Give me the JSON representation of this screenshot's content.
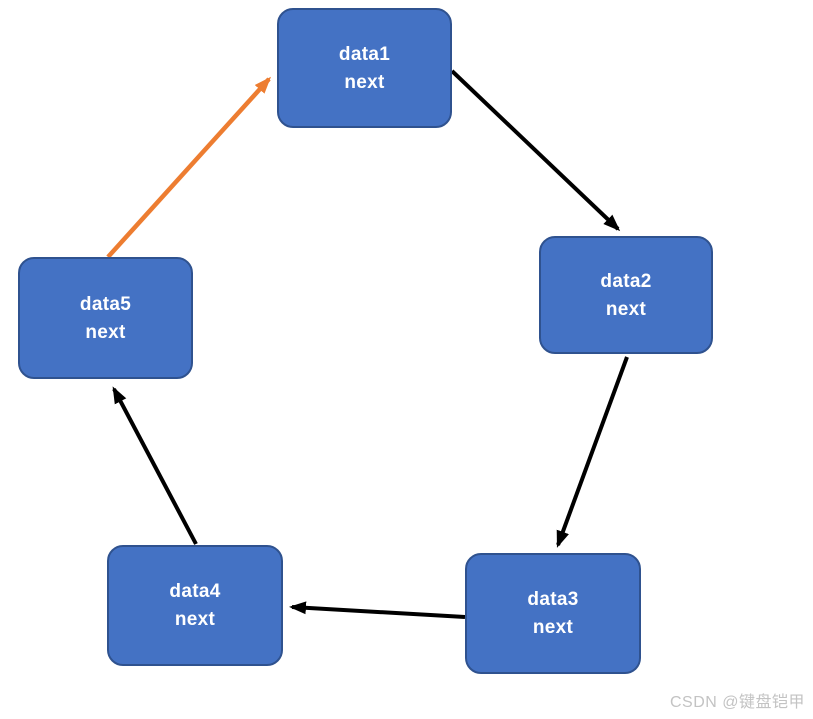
{
  "diagram": {
    "type": "circular-linked-list",
    "nodes": [
      {
        "id": "node1",
        "data_label": "data1",
        "pointer_label": "next"
      },
      {
        "id": "node2",
        "data_label": "data2",
        "pointer_label": "next"
      },
      {
        "id": "node3",
        "data_label": "data3",
        "pointer_label": "next"
      },
      {
        "id": "node4",
        "data_label": "data4",
        "pointer_label": "next"
      },
      {
        "id": "node5",
        "data_label": "data5",
        "pointer_label": "next"
      }
    ],
    "edges": [
      {
        "from": "data1",
        "to": "data2",
        "color": "#000000"
      },
      {
        "from": "data2",
        "to": "data3",
        "color": "#000000"
      },
      {
        "from": "data3",
        "to": "data4",
        "color": "#000000"
      },
      {
        "from": "data4",
        "to": "data5",
        "color": "#000000"
      },
      {
        "from": "data5",
        "to": "data1",
        "color": "#ED7D31"
      }
    ],
    "colors": {
      "node_fill": "#4472C4",
      "node_border": "#2F528F",
      "node_text": "#FFFFFF",
      "arrow_default": "#000000",
      "arrow_highlight": "#ED7D31"
    }
  },
  "watermark": {
    "text": "CSDN @键盘铠甲"
  }
}
